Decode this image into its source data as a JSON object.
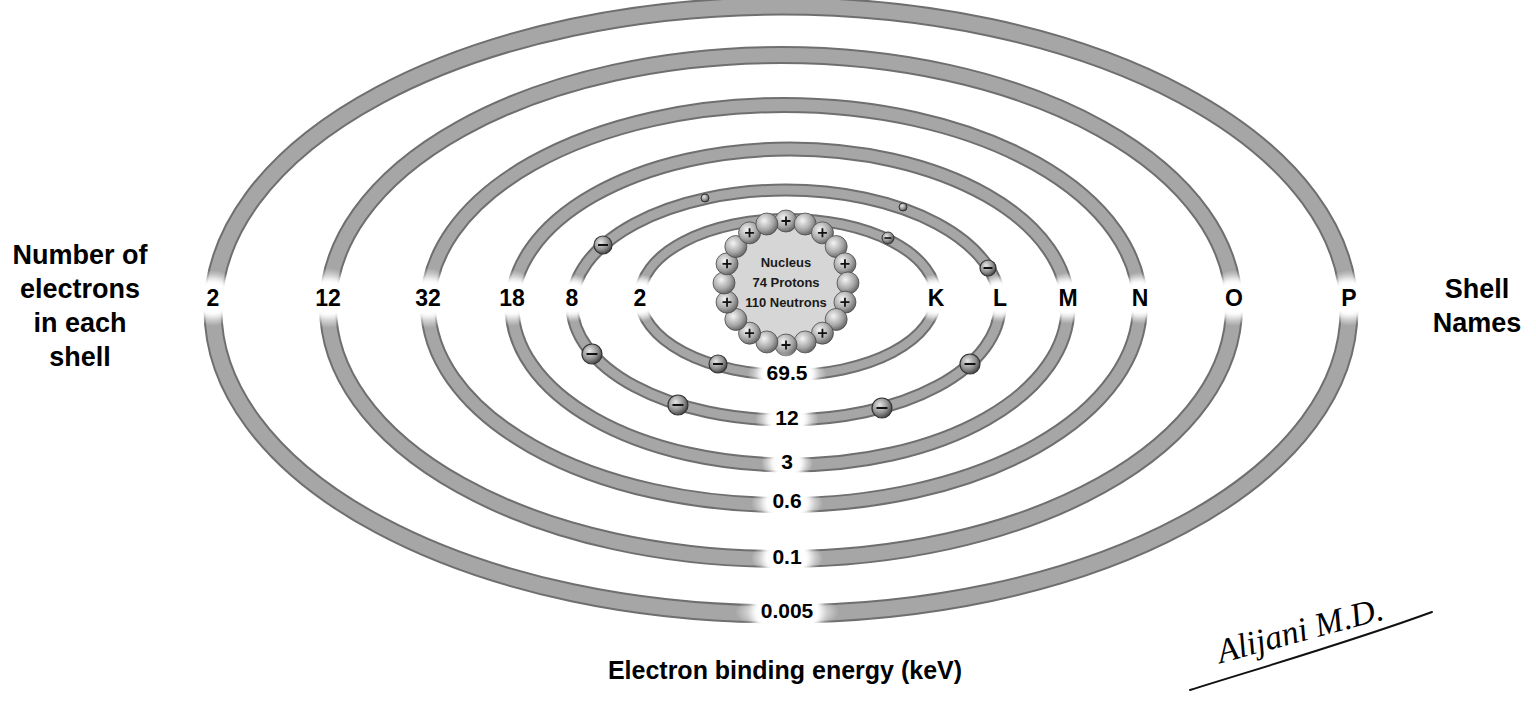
{
  "diagram": {
    "nodes": [
      {
        "text": [
          "Nucleus",
          "74 Protons",
          "110 Neutrons"
        ]
      }
    ],
    "labels": [
      "Number of electrons in each shell",
      "2",
      "12",
      "32",
      "18",
      "8",
      "2",
      "K",
      "L",
      "M",
      "N",
      "O",
      "P",
      "Shell Names",
      "69.5",
      "12",
      "3",
      "0.6",
      "0.1",
      "0.005",
      "Electron binding energy (keV)",
      "Alijani M.D."
    ]
  }
}
